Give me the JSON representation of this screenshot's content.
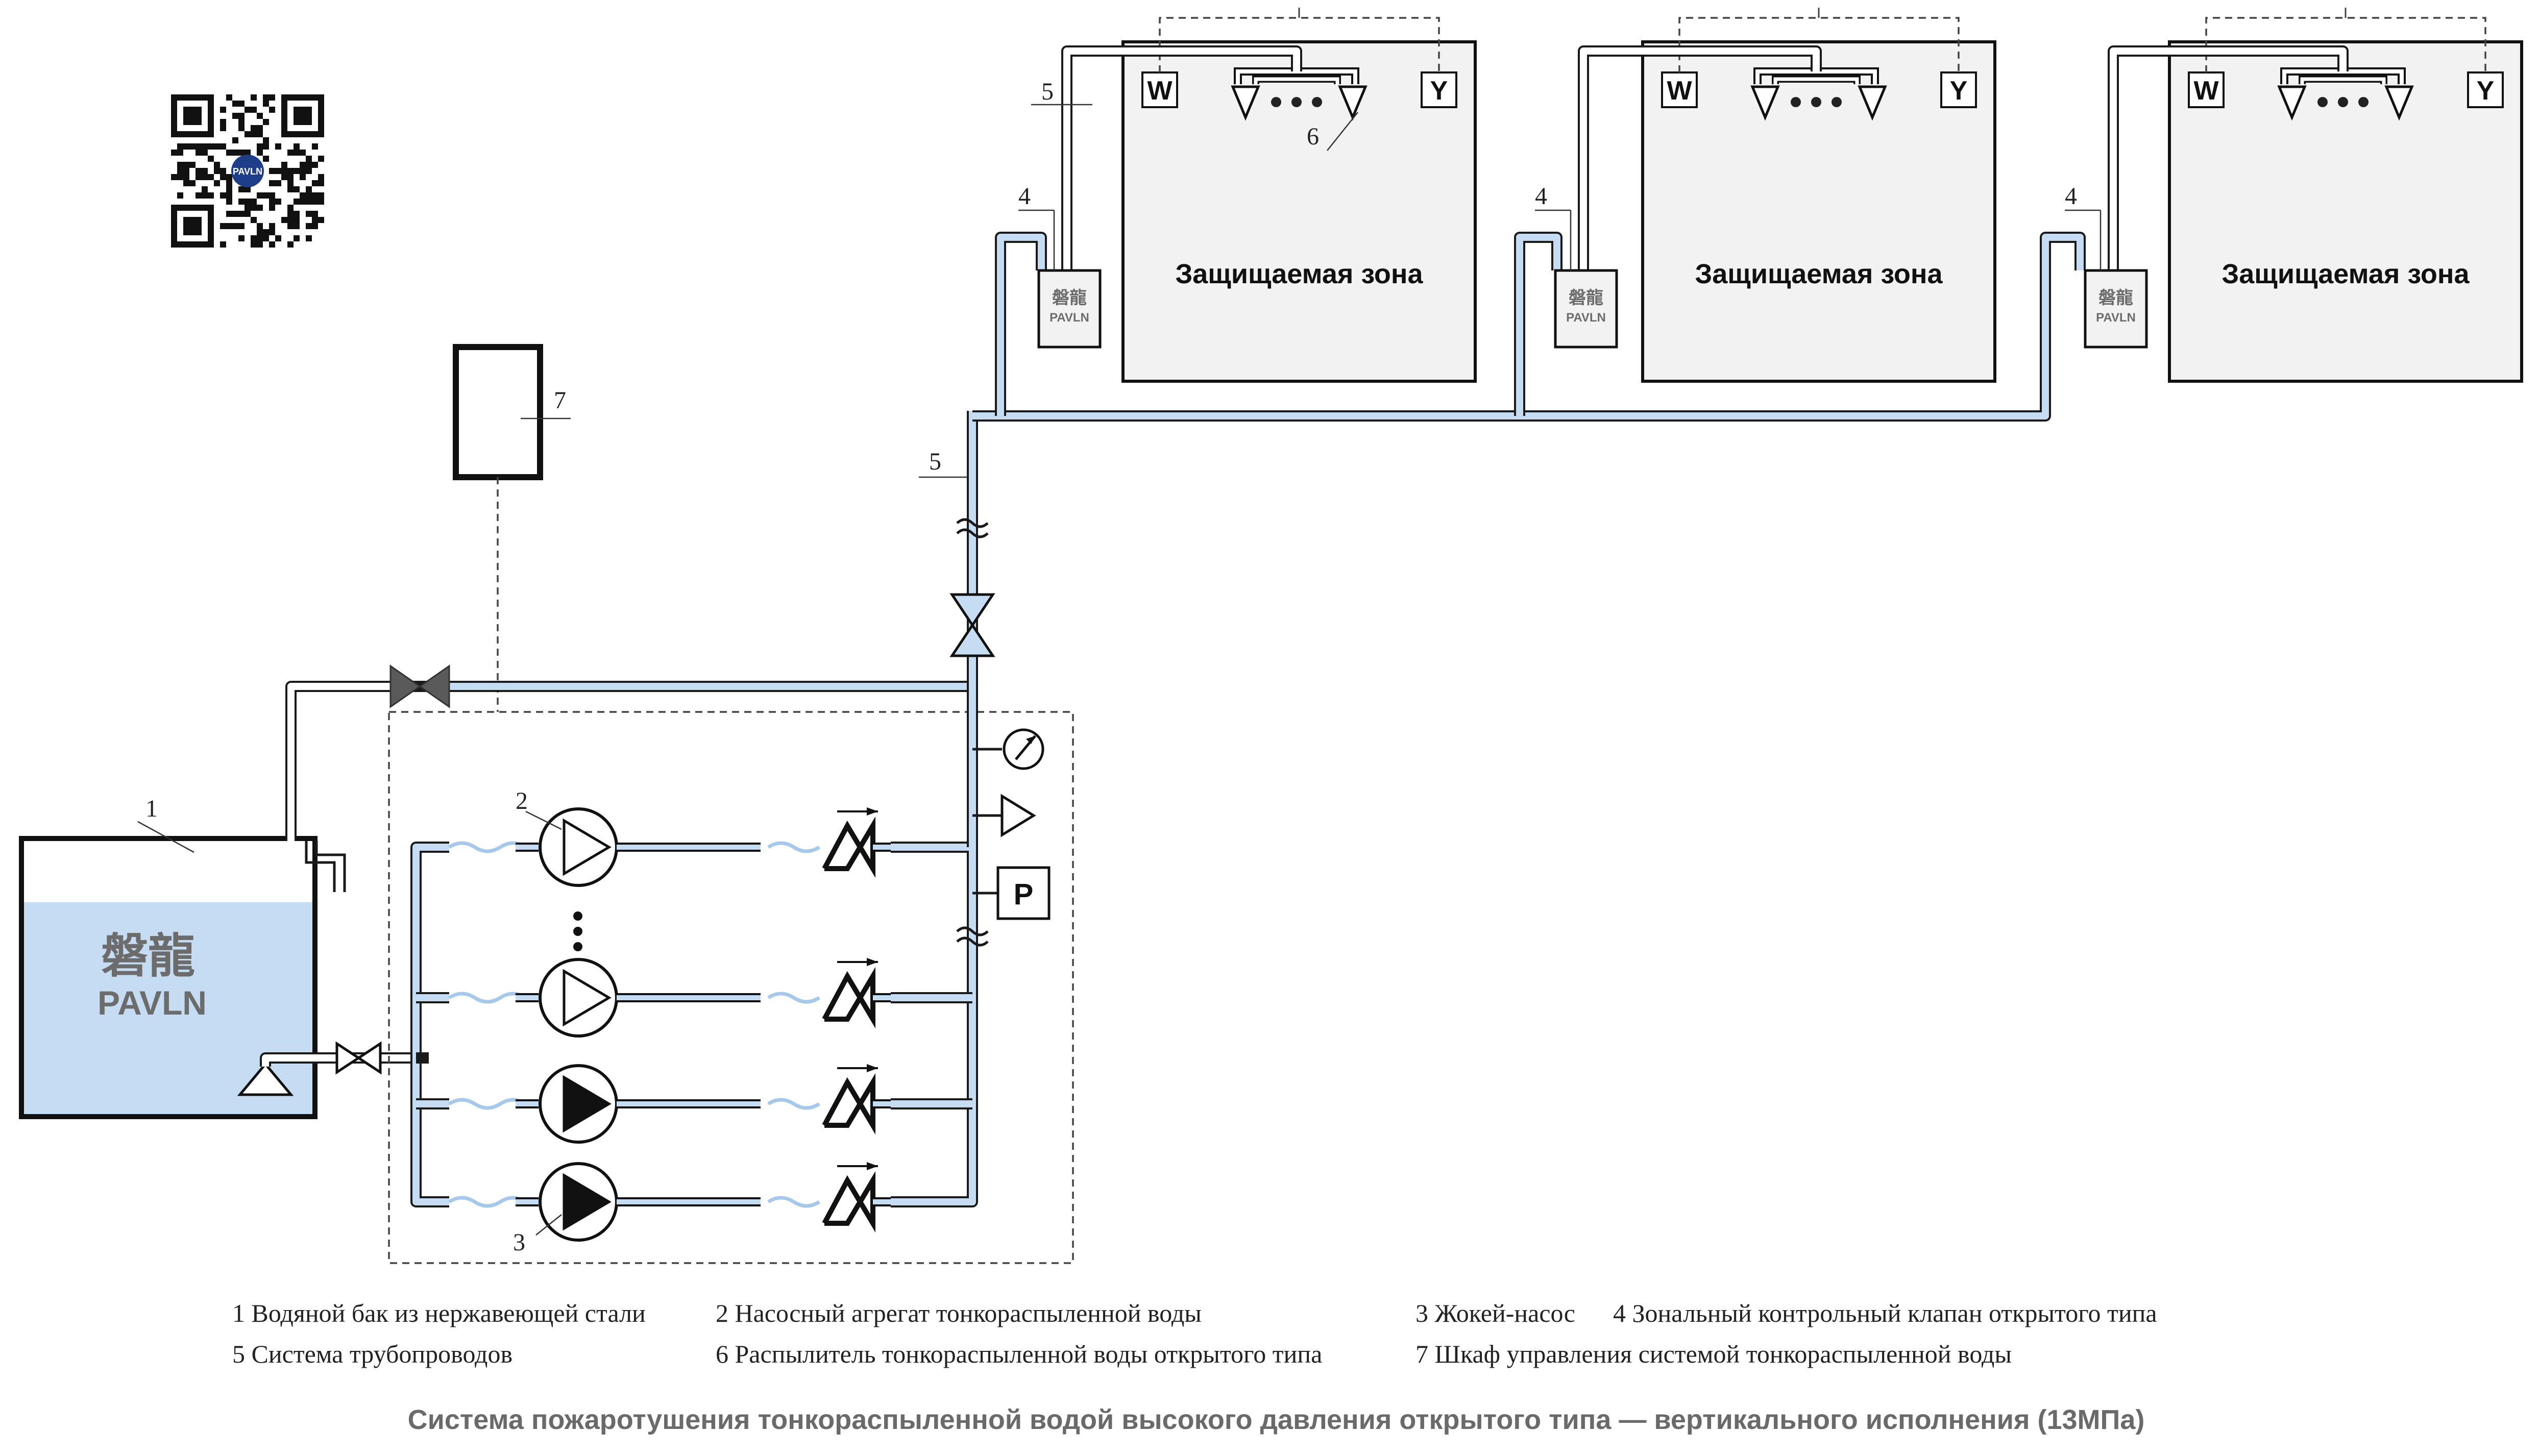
{
  "diagram": {
    "caption": "Система пожаротушения тонкораспыленной водой высокого давления открытого типа — вертикального исполнения (13МПа)",
    "zone_label": "Защищаемая зона",
    "zones": [
      {
        "label": "Защищаемая зона",
        "left_box": "W",
        "right_box": "Y"
      },
      {
        "label": "Защищаемая зона",
        "left_box": "W",
        "right_box": "Y"
      },
      {
        "label": "Защищаемая зона",
        "left_box": "W",
        "right_box": "Y"
      }
    ],
    "brand": {
      "cn": "磐龍",
      "en": "PAVLN"
    },
    "pressure_switch_label": "P",
    "callouts": [
      "1",
      "2",
      "3",
      "4",
      "4",
      "4",
      "5",
      "5",
      "6",
      "7"
    ],
    "legend": [
      "1 Водяной бак из нержавеющей стали",
      "2 Насосный агрегат тонкораспыленной воды",
      "3 Жокей-насос",
      "4 Зональный контрольный клапан открытого типа",
      "5 Система трубопроводов",
      "6 Распылитель тонкораспыленной воды открытого типа",
      "7 Шкаф управления системой тонкораспыленной воды"
    ],
    "colors": {
      "pipe_fill": "#c5dcf3",
      "tank_water": "#c5dcf3",
      "caption": "#6a6a6a"
    }
  }
}
